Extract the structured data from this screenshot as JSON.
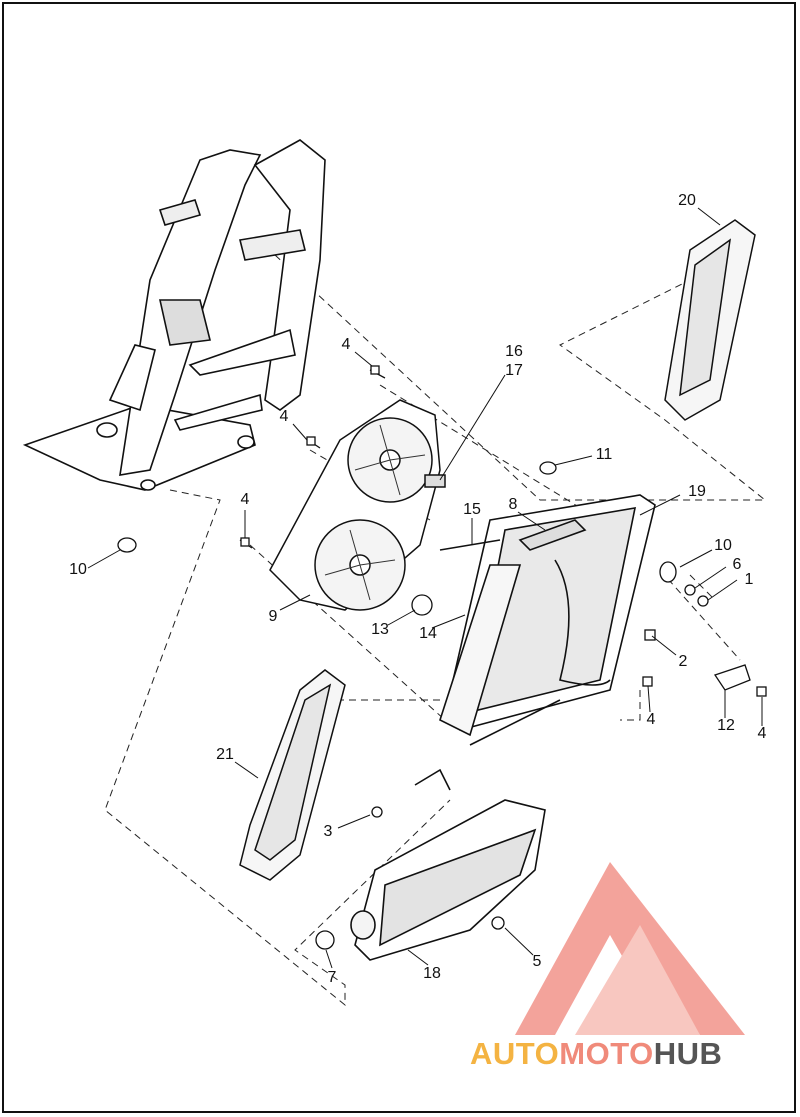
{
  "callouts": [
    {
      "id": "c20",
      "text": "20"
    },
    {
      "id": "c16",
      "text": "16"
    },
    {
      "id": "c17",
      "text": "17"
    },
    {
      "id": "c4a",
      "text": "4"
    },
    {
      "id": "c4b",
      "text": "4"
    },
    {
      "id": "c11",
      "text": "11"
    },
    {
      "id": "c8",
      "text": "8"
    },
    {
      "id": "c19",
      "text": "19"
    },
    {
      "id": "c4c",
      "text": "4"
    },
    {
      "id": "c15",
      "text": "15"
    },
    {
      "id": "c10a",
      "text": "10"
    },
    {
      "id": "c10b",
      "text": "10"
    },
    {
      "id": "c6",
      "text": "6"
    },
    {
      "id": "c1",
      "text": "1"
    },
    {
      "id": "c9",
      "text": "9"
    },
    {
      "id": "c13",
      "text": "13"
    },
    {
      "id": "c14",
      "text": "14"
    },
    {
      "id": "c2",
      "text": "2"
    },
    {
      "id": "c12",
      "text": "12"
    },
    {
      "id": "c4d",
      "text": "4"
    },
    {
      "id": "c4e",
      "text": "4"
    },
    {
      "id": "c21",
      "text": "21"
    },
    {
      "id": "c3",
      "text": "3"
    },
    {
      "id": "c5",
      "text": "5"
    },
    {
      "id": "c7",
      "text": "7"
    },
    {
      "id": "c18",
      "text": "18"
    }
  ],
  "watermark": {
    "part1": "AUTO",
    "part2": "MOTO",
    "part3": "HUB",
    "color1": "#f4b342",
    "color2": "#f08a7a",
    "color3": "#555555"
  }
}
